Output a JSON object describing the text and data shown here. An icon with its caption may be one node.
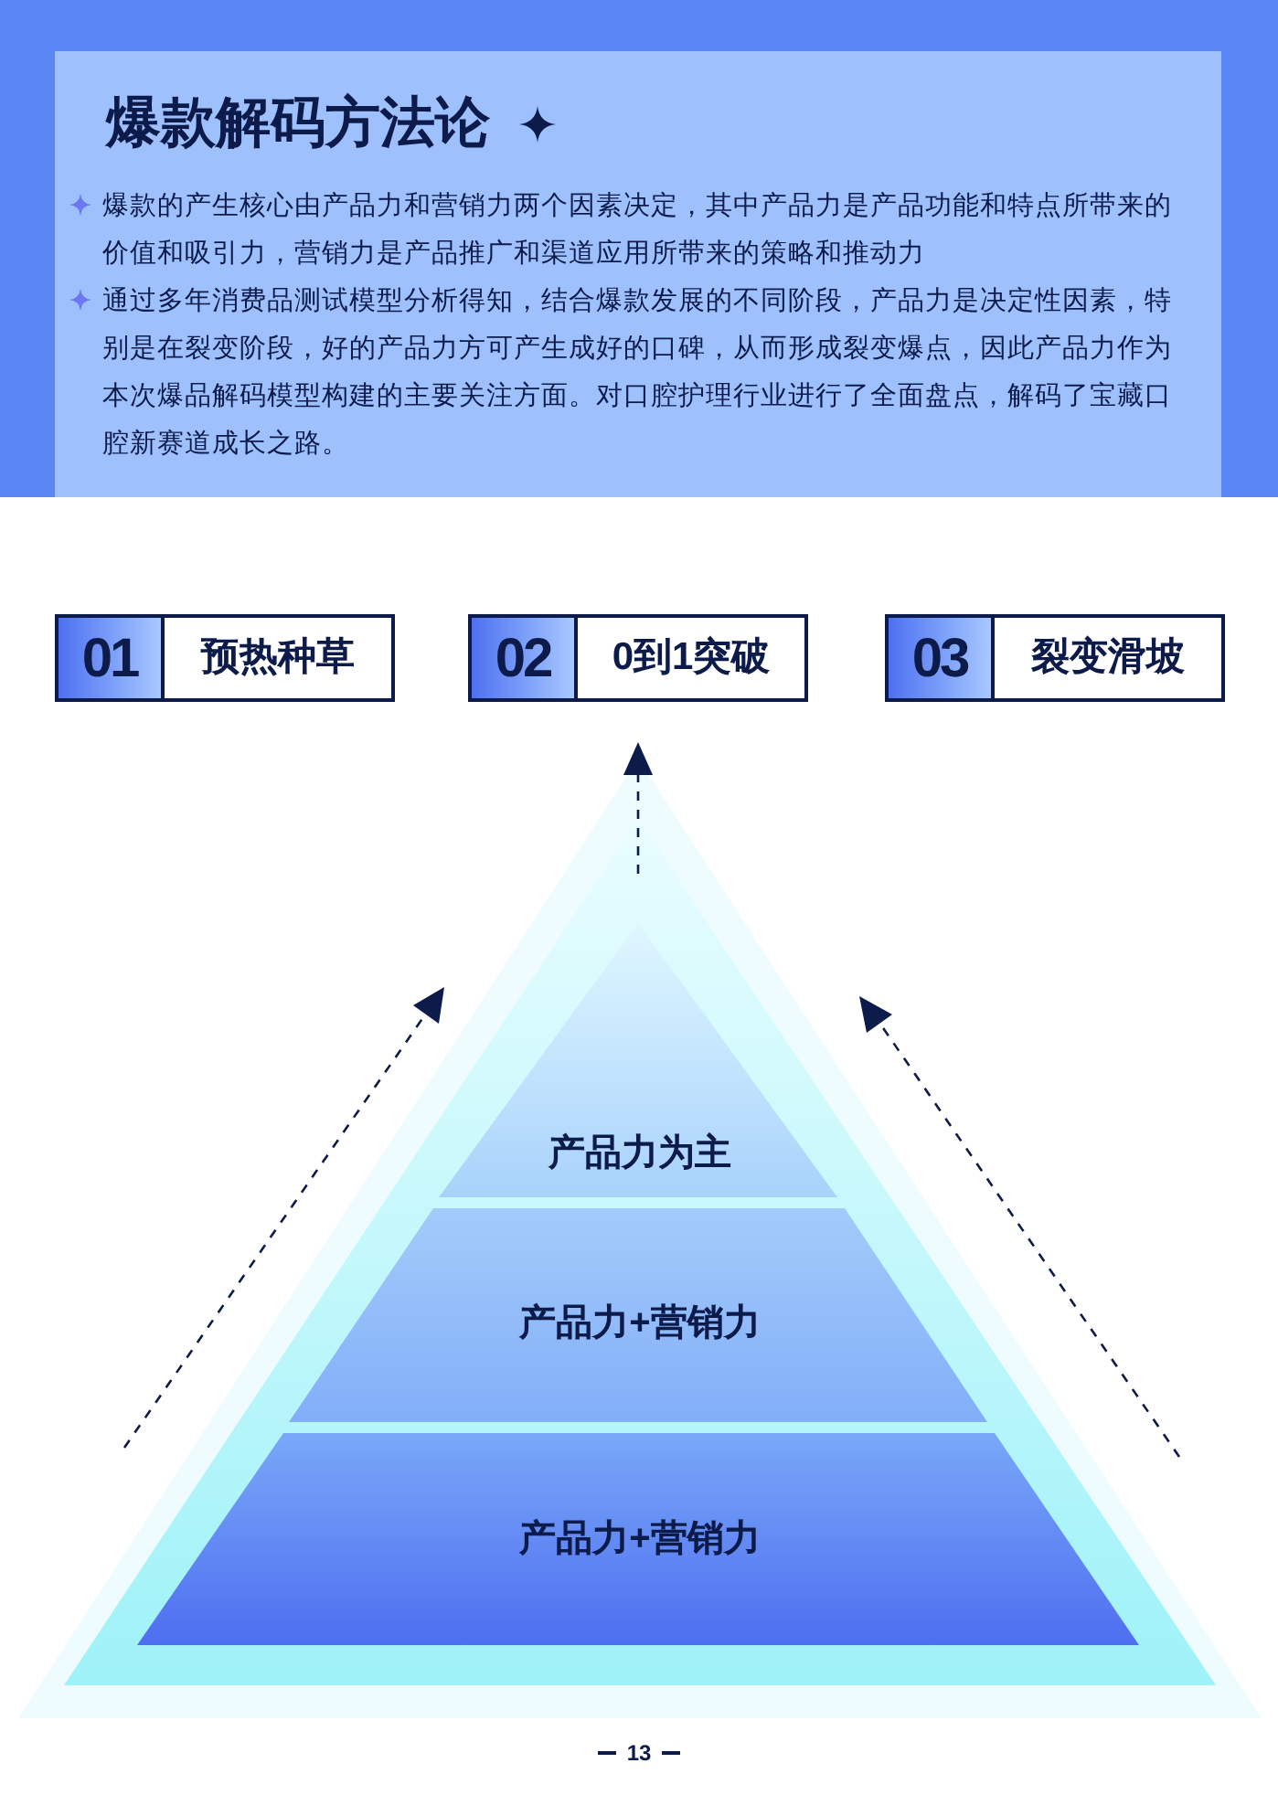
{
  "diagram": {
    "title": "爆款解码方法论",
    "nodes": [
      {
        "text": [
          "01",
          "预热种草"
        ]
      },
      {
        "text": [
          "02",
          "0到1突破"
        ]
      },
      {
        "text": [
          "03",
          "裂变滑坡"
        ]
      },
      {
        "text": [
          "产品力为主"
        ]
      },
      {
        "text": [
          "产品力+营销力"
        ]
      },
      {
        "text": [
          "产品力+营销力"
        ]
      }
    ],
    "edges": [],
    "labels": [
      "爆款的产生核心由产品力和营销力两个因素决定，其中产品力是产品功能和特点所带来的价值和吸引力，营销力是产品推广和渠道应用所带来的策略和推动力",
      "通过多年消费品测试模型分析得知，结合爆款发展的不同阶段，产品力是决定性因素，特别是在裂变阶段，好的产品力方可产生成好的口碑，从而形成裂变爆点，因此产品力作为本次爆品解码模型构建的主要关注方面。对口腔护理行业进行了全面盘点，解码了宝藏口腔新赛道成长之路。",
      "13"
    ]
  }
}
